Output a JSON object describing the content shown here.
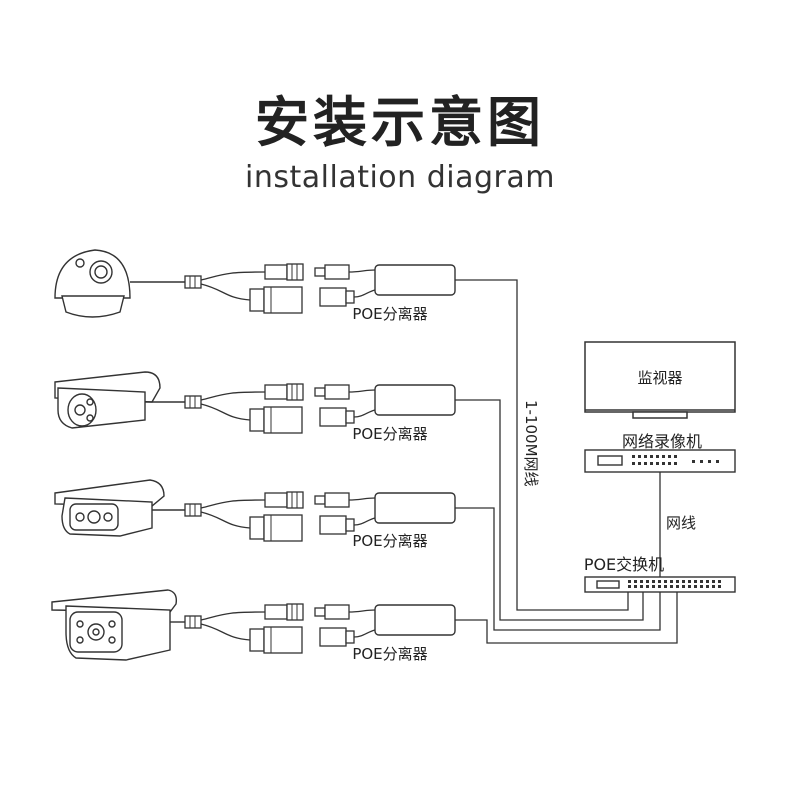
{
  "title": "安装示意图",
  "subtitle": "installation diagram",
  "splitter_label": "POE分离器",
  "monitor_label": "监视器",
  "nvr_label": "网络录像机",
  "cable_label": "网线",
  "switch_label": "POE交换机",
  "cable_spec_label": "1-100M网线",
  "cameras": [
    {
      "type": "dome",
      "icon": "dome-camera-icon"
    },
    {
      "type": "bullet",
      "icon": "bullet-camera-icon"
    },
    {
      "type": "box-bullet",
      "icon": "box-camera-icon"
    },
    {
      "type": "large-bullet",
      "icon": "large-bullet-camera-icon"
    }
  ]
}
